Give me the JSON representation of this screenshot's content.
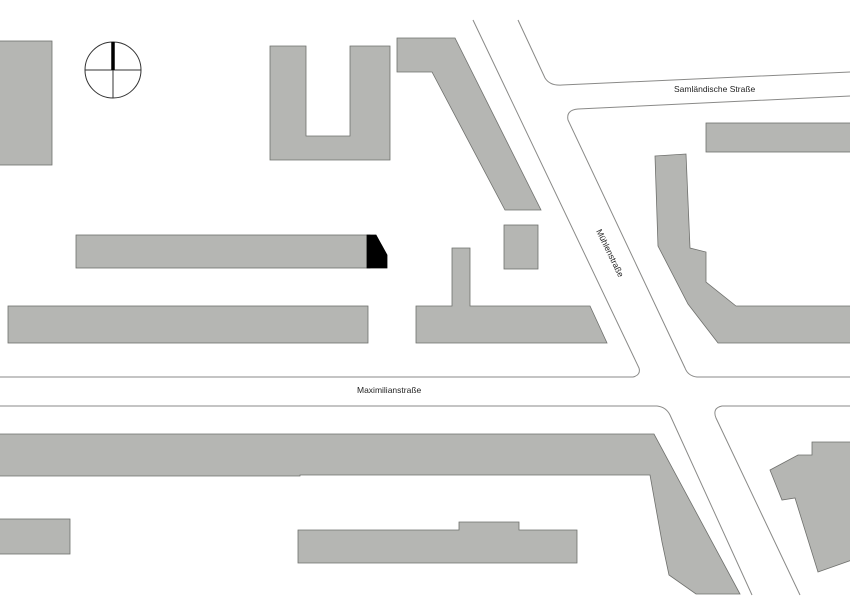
{
  "map": {
    "streets": {
      "samlaendische": "Samländische Straße",
      "muehlen": "Mühlenstraße",
      "maximilian": "Maximilianstraße"
    },
    "colors": {
      "background": "#ffffff",
      "building": "#b5b6b3",
      "highlighted_building": "#000000",
      "curb_line": "#8a8a88"
    },
    "compass": {
      "icon": "north-arrow-icon",
      "direction": "north"
    }
  }
}
